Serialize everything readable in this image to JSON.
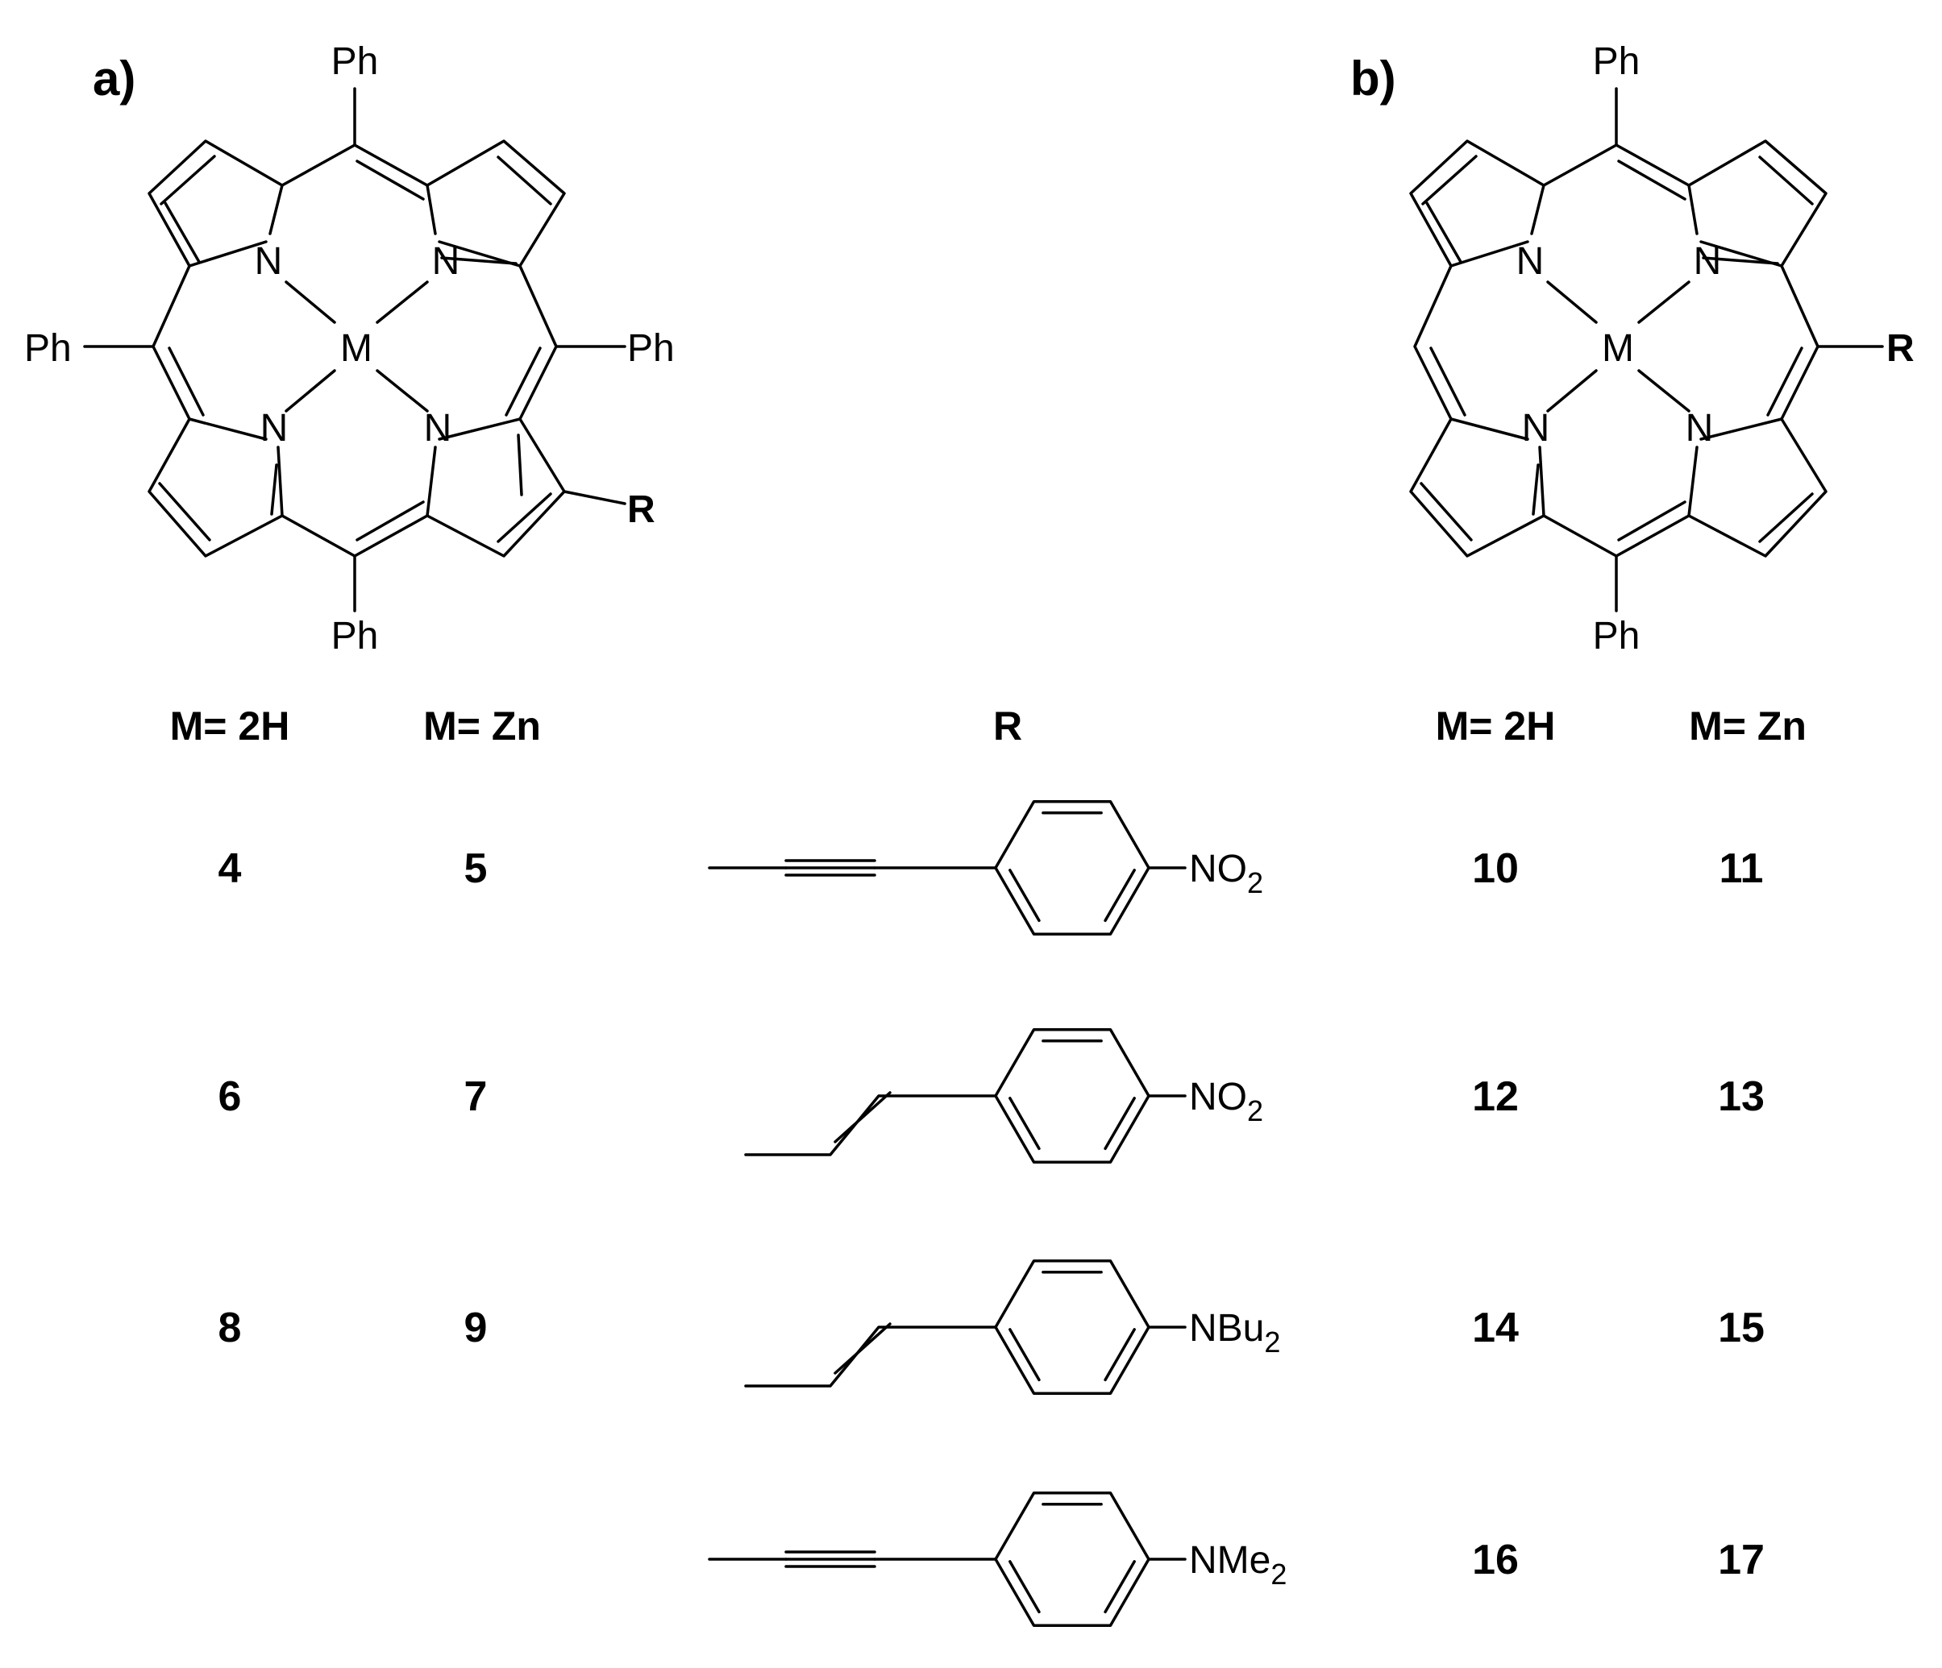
{
  "panels": {
    "a": {
      "label": "a)"
    },
    "b": {
      "label": "b)"
    }
  },
  "atoms": {
    "N": "N",
    "M": "M",
    "Ph": "Ph",
    "R": "R"
  },
  "headers": {
    "a_2h": "M= 2H",
    "a_zn": "M= Zn",
    "r": "R",
    "b_2h": "M= 2H",
    "b_zn": "M= Zn"
  },
  "rows": [
    {
      "a_2h": "4",
      "a_zn": "5",
      "linker": "alkyne",
      "group_main": "NO",
      "group_sub": "2",
      "b_2h": "10",
      "b_zn": "11"
    },
    {
      "a_2h": "6",
      "a_zn": "7",
      "linker": "alkene",
      "group_main": "NO",
      "group_sub": "2",
      "b_2h": "12",
      "b_zn": "13"
    },
    {
      "a_2h": "8",
      "a_zn": "9",
      "linker": "alkene",
      "group_main": "NBu",
      "group_sub": "2",
      "b_2h": "14",
      "b_zn": "15"
    },
    {
      "a_2h": "",
      "a_zn": "",
      "linker": "alkyne",
      "group_main": "NMe",
      "group_sub": "2",
      "b_2h": "16",
      "b_zn": "17"
    }
  ]
}
